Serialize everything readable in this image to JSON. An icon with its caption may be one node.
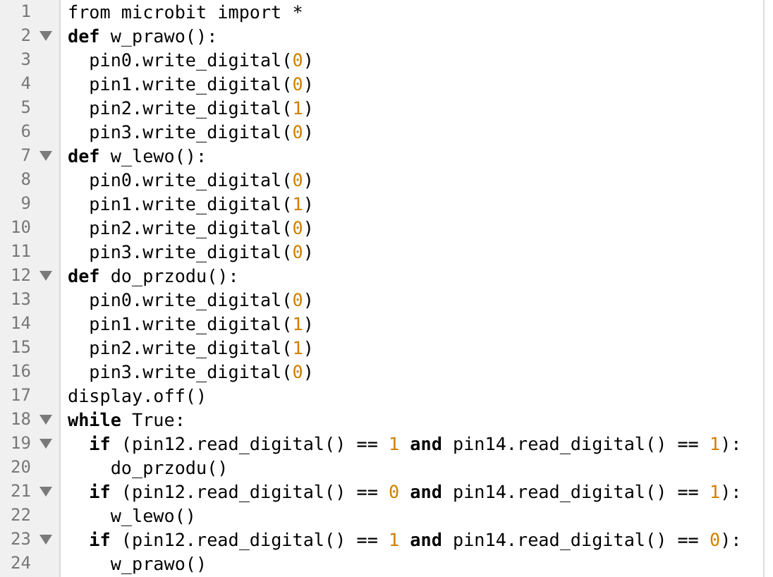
{
  "diagram": {
    "labels": [
      "1",
      "from microbit import *",
      "2",
      "**def** w_prawo():",
      "3",
      "  pin0.write_digital(0)",
      "4",
      "  pin1.write_digital(0)",
      "5",
      "  pin2.write_digital(1)",
      "6",
      "  pin3.write_digital(0)",
      "7",
      "**def** w_lewo():",
      "8",
      "  pin0.write_digital(0)",
      "9",
      "  pin1.write_digital(1)",
      "10",
      "  pin2.write_digital(0)",
      "11",
      "  pin3.write_digital(0)",
      "12",
      "**def** do_przodu():",
      "13",
      "  pin0.write_digital(0)",
      "14",
      "  pin1.write_digital(1)",
      "15",
      "  pin2.write_digital(1)",
      "16",
      "  pin3.write_digital(0)",
      "17",
      "display.off()",
      "18",
      "**while** True:",
      "19",
      "  **if** (pin12.read_digital() == 1 **and** pin14.read_digital() == 1):",
      "20",
      "    do_przodu()",
      "21",
      "  **if** (pin12.read_digital() == 0 **and** pin14.read_digital() == 1):",
      "22",
      "    w_lewo()",
      "23",
      "  **if** (pin12.read_digital() == 1 **and** pin14.read_digital() == 0):",
      "24",
      "    w_prawo()"
    ]
  }
}
